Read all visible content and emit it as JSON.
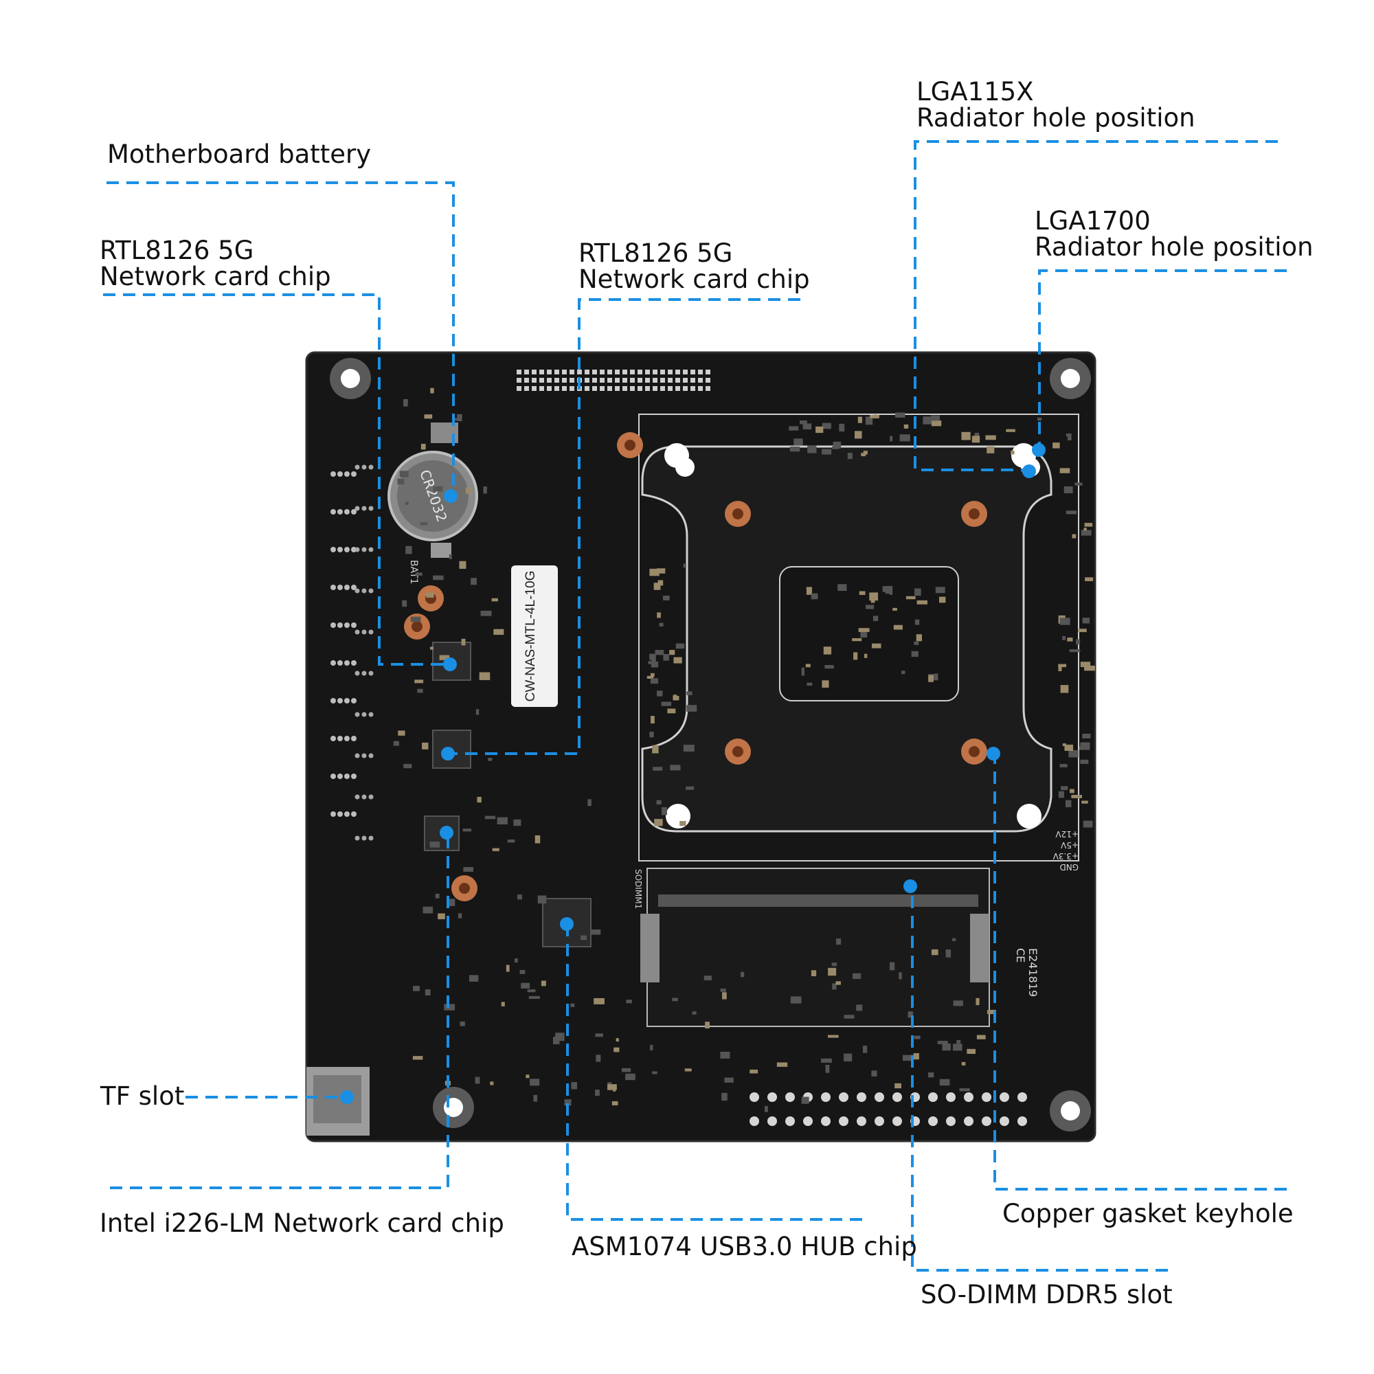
{
  "colors": {
    "leader": "#1a8fe3",
    "board": "#161616",
    "board_edge": "#2c2c2c",
    "silk": "#d9d9d9",
    "copper": "#c07447",
    "copper_hole": "#6a3317",
    "chip": "#2a2a2a",
    "text": "#111111"
  },
  "labels": {
    "battery": {
      "line1": "Motherboard battery"
    },
    "rtl_left": {
      "line1": "RTL8126 5G",
      "line2": "Network card chip"
    },
    "rtl_right": {
      "line1": "RTL8126 5G",
      "line2": "Network card chip"
    },
    "lga115x": {
      "line1": "LGA115X",
      "line2": "Radiator hole position"
    },
    "lga1700": {
      "line1": "LGA1700",
      "line2": "Radiator hole position"
    },
    "tf_slot": {
      "line1": "TF slot"
    },
    "intel_i226": {
      "line1": "Intel i226-LM Network card chip"
    },
    "asm1074": {
      "line1": "ASM1074 USB3.0 HUB chip"
    },
    "copper_gasket": {
      "line1": "Copper gasket keyhole"
    },
    "sodimm": {
      "line1": "SO-DIMM DDR5 slot"
    }
  },
  "board": {
    "model_sticker": "CW-NAS-MTL-4L-10G",
    "battery_text": "CR2032",
    "battery_silk": "BAT1",
    "slot_silk": "SODIMM1",
    "power_silk": [
      "+12V",
      "+5V",
      "+3.3V",
      "GND"
    ],
    "cert_silk": [
      "CE",
      "E241819"
    ]
  }
}
